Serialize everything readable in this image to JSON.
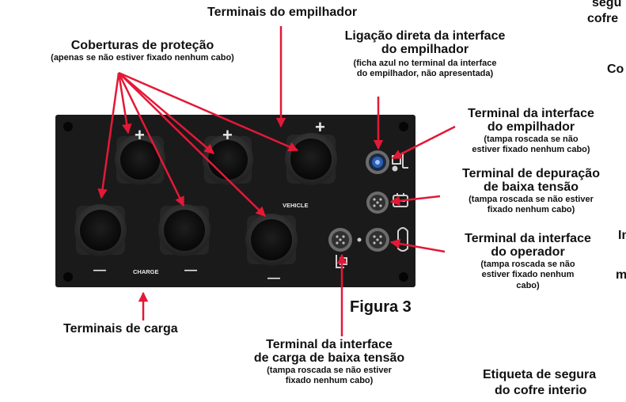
{
  "labels": {
    "stacker_terminals": "Terminais do empilhador",
    "covers_title": "Coberturas de proteção",
    "covers_note": "(apenas se não estiver fixado nenhum cabo)",
    "direct_link_title_1": "Ligação direta da interface",
    "direct_link_title_2": "do empilhador",
    "direct_link_note_1": "(ficha azul no terminal da interface",
    "direct_link_note_2": "do empilhador, não apresentada)",
    "stacker_if_title_1": "Terminal da interface",
    "stacker_if_title_2": "do empilhador",
    "stacker_if_note_1": "(tampa roscada se não",
    "stacker_if_note_2": "estiver fixado nenhum cabo)",
    "debug_title_1": "Terminal de depuração",
    "debug_title_2": "de baixa tensão",
    "debug_note_1": "(tampa roscada se não estiver",
    "debug_note_2": "fixado nenhum cabo)",
    "operator_title_1": "Terminal da interface",
    "operator_title_2": "do operador",
    "operator_note_1": "(tampa roscada se não",
    "operator_note_2": "estiver fixado nenhum",
    "operator_note_3": "cabo)",
    "charge_terminals": "Terminais de carga",
    "figure": "Figura 3",
    "lv_charge_title_1": "Terminal da interface",
    "lv_charge_title_2": "de carga de baixa tensão",
    "lv_charge_note_1": "(tampa roscada se não estiver",
    "lv_charge_note_2": "fixado nenhum cabo)",
    "cut_top_right_1": "segu",
    "cut_top_right_2": "cofre",
    "cut_right_co": "Co",
    "cut_right_i": "In",
    "cut_right_m": "m",
    "safety_label_1": "Etiqueta de segura",
    "safety_label_2": "do cofre interio"
  },
  "panel_marks": {
    "plus": "+",
    "minus": "—",
    "vehicle": "VEHICLE",
    "charge": "CHARGE"
  },
  "colors": {
    "arrow": "#e31937",
    "panel": "#1a1a1a",
    "connector": "#2a2a2a",
    "blue_plug": "#2a5fb0"
  }
}
